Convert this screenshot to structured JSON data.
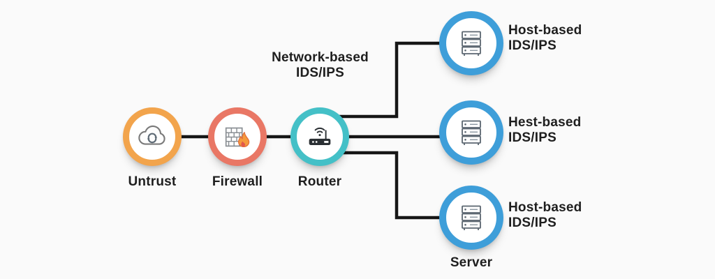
{
  "background_color": "#FAFAFA",
  "connector_color": "#161616",
  "nodes": {
    "untrust": {
      "label": "Untrust",
      "ring_color": "#F2A44C"
    },
    "firewall": {
      "label": "Firewall",
      "ring_color": "#E97765"
    },
    "router": {
      "label": "Router",
      "ring_color": "#44C0C7",
      "annotation": "Network-based IDS/IPS"
    },
    "servers": [
      {
        "label": "Host-based IDS/IPS",
        "ring_color": "#3E9ED9"
      },
      {
        "label": "Hest-based IDS/IPS",
        "ring_color": "#3E9ED9"
      },
      {
        "label": "Host-based IDS/IPS",
        "ring_color": "#3E9ED9",
        "caption": "Server"
      }
    ]
  }
}
